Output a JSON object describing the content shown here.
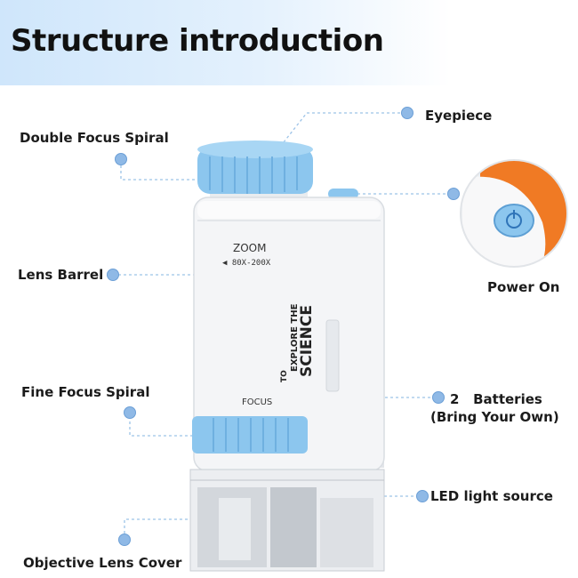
{
  "title": "Structure introduction",
  "labels": {
    "double_focus_spiral": "Double Focus Spiral",
    "eyepiece": "Eyepiece",
    "lens_barrel": "Lens Barrel",
    "power_on": "Power On",
    "fine_focus_spiral": "Fine Focus Spiral",
    "batteries_line1": "2   Batteries",
    "batteries_line2": "(Bring Your Own)",
    "led_light_source": "LED light source",
    "objective_lens_cover": "Objective Lens Cover"
  },
  "device": {
    "zoom_label": "ZOOM",
    "zoom_range": "◀ 80X-200X",
    "brand_line1": "TO",
    "brand_line2": "EXPLORE THE",
    "brand_line3": "SCIENCE",
    "focus_label": "FOCUS"
  },
  "colors": {
    "accent_blue": "#8cc6ee",
    "dot_blue": "#8fb9e6",
    "orange": "#f07a24",
    "body_white": "#f4f5f7"
  }
}
